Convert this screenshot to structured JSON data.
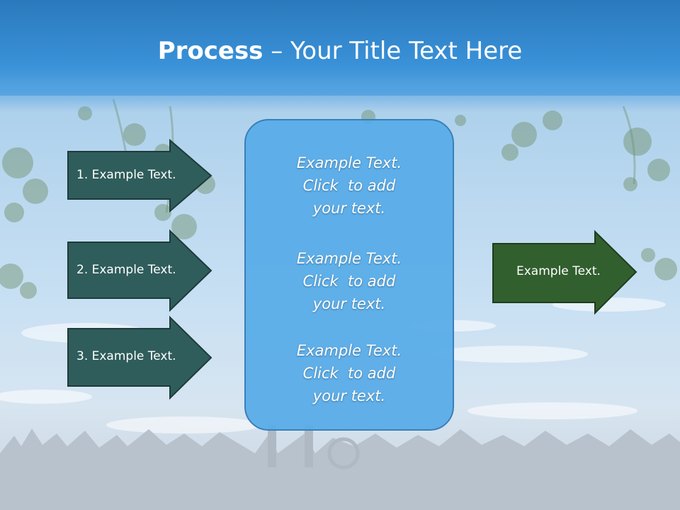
{
  "slide": {
    "title_bold": "Process",
    "title_rest": " – Your Title Text Here"
  },
  "left_arrows": [
    {
      "label": "1. Example Text."
    },
    {
      "label": "2. Example Text."
    },
    {
      "label": "3. Example Text."
    }
  ],
  "center_box": {
    "blocks": [
      {
        "lines": [
          "Example Text.",
          "Click  to add",
          "your text."
        ]
      },
      {
        "lines": [
          "Example Text.",
          "Click  to add",
          "your text."
        ]
      },
      {
        "lines": [
          "Example Text.",
          "Click  to add",
          "your text."
        ]
      }
    ]
  },
  "right_arrow": {
    "label": "Example Text."
  },
  "colors": {
    "header": "#3a92d8",
    "left_arrow_fill": "#2f5d5b",
    "right_arrow_fill": "#315f2e",
    "center_box_fill": "#56aae8"
  }
}
